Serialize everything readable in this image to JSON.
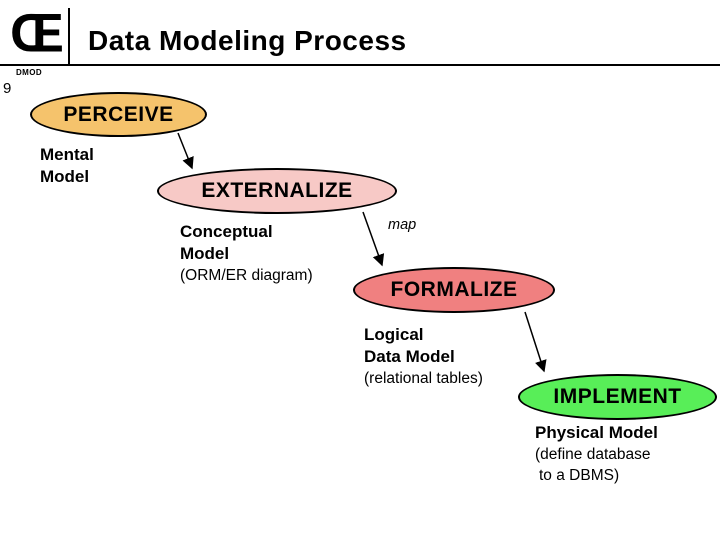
{
  "header": {
    "logo_glyph": "Œ",
    "title": "Data Modeling Process",
    "course_code": "DMOD"
  },
  "slide_number": "9",
  "diagram": {
    "map_label": "map",
    "stages": [
      {
        "name": "PERCEIVE",
        "fill": "#F5C36C",
        "artifact": [
          "Mental",
          "Model"
        ],
        "note": []
      },
      {
        "name": "EXTERNALIZE",
        "fill": "#F7C9C6",
        "artifact": [
          "Conceptual",
          "Model"
        ],
        "note": [
          "(ORM/ER diagram)"
        ]
      },
      {
        "name": "FORMALIZE",
        "fill": "#F08080",
        "artifact": [
          "Logical",
          "Data Model"
        ],
        "note": [
          "(relational tables)"
        ]
      },
      {
        "name": "IMPLEMENT",
        "fill": "#58EE58",
        "artifact": [
          "Physical Model"
        ],
        "note": [
          "(define database",
          "to a DBMS)"
        ]
      }
    ]
  }
}
